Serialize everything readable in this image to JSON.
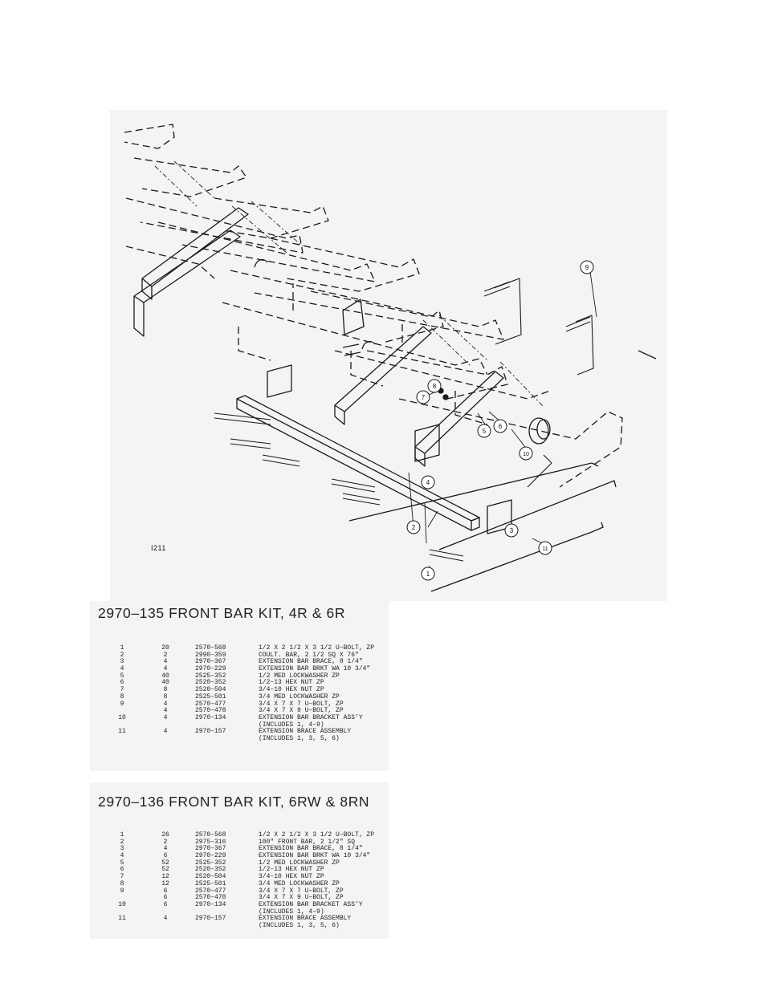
{
  "figure": {
    "drawing_code": "I211",
    "callouts": [
      "1",
      "2",
      "3",
      "4",
      "5",
      "6",
      "7",
      "8",
      "9",
      "10",
      "11"
    ]
  },
  "kit_a": {
    "title": "2970–135 FRONT BAR KIT, 4R & 6R",
    "rows": [
      {
        "item": "1",
        "qty": "20",
        "part": "2570–568",
        "desc": "1/2 X 2 1/2 X 3 1/2 U–BOLT, ZP"
      },
      {
        "item": "2",
        "qty": "2",
        "part": "2990–359",
        "desc": "COULT. BAR, 2 1/2 SQ X 76\""
      },
      {
        "item": "3",
        "qty": "4",
        "part": "2970–367",
        "desc": "EXTENSION BAR BRACE, 8 1/4\""
      },
      {
        "item": "4",
        "qty": "4",
        "part": "2970–229",
        "desc": "EXTENSION BAR BRKT WA 10 3/4\""
      },
      {
        "item": "5",
        "qty": "40",
        "part": "2525–352",
        "desc": "1/2 MED LOCKWASHER ZP"
      },
      {
        "item": "6",
        "qty": "40",
        "part": "2520–352",
        "desc": "1/2–13 HEX NUT ZP"
      },
      {
        "item": "7",
        "qty": "8",
        "part": "2520–504",
        "desc": "3/4–10 HEX NUT ZP"
      },
      {
        "item": "8",
        "qty": "8",
        "part": "2525–501",
        "desc": "3/4 MED LOCKWASHER ZP"
      },
      {
        "item": "9",
        "qty": "4",
        "part": "2570–477",
        "desc": "3/4 X 7 X 7 U–BOLT, ZP"
      },
      {
        "item": "",
        "qty": "4",
        "part": "2570–478",
        "desc": "3/4 X 7 X 9 U–BOLT, ZP"
      },
      {
        "item": "10",
        "qty": "4",
        "part": "2970–134",
        "desc": "EXTENSION BAR BRACKET ASS'Y"
      },
      {
        "item": "",
        "qty": "",
        "part": "",
        "desc": "(INCLUDES 1, 4–9)"
      },
      {
        "item": "11",
        "qty": "4",
        "part": "2970–157",
        "desc": "EXTENSION BRACE ASSEMBLY"
      },
      {
        "item": "",
        "qty": "",
        "part": "",
        "desc": "(INCLUDES 1, 3, 5, 6)"
      }
    ]
  },
  "kit_b": {
    "title": "2970–136 FRONT BAR KIT, 6RW & 8RN",
    "rows": [
      {
        "item": "1",
        "qty": "26",
        "part": "2570–568",
        "desc": "1/2 X 2 1/2 X 3 1/2 U–BOLT, ZP"
      },
      {
        "item": "2",
        "qty": "2",
        "part": "2975–316",
        "desc": "100\" FRONT BAR, 2 1/2\" SQ"
      },
      {
        "item": "3",
        "qty": "4",
        "part": "2970–367",
        "desc": "EXTENSION BAR BRACE, 8 1/4\""
      },
      {
        "item": "4",
        "qty": "6",
        "part": "2970–229",
        "desc": "EXTENSION BAR BRKT WA 10 3/4\""
      },
      {
        "item": "5",
        "qty": "52",
        "part": "2525–352",
        "desc": "1/2 MED LOCKWASHER ZP"
      },
      {
        "item": "6",
        "qty": "52",
        "part": "2520–352",
        "desc": "1/2–13 HEX NUT ZP"
      },
      {
        "item": "7",
        "qty": "12",
        "part": "2520–504",
        "desc": "3/4–10 HEX NUT ZP"
      },
      {
        "item": "8",
        "qty": "12",
        "part": "2525–501",
        "desc": "3/4 MED LOCKWASHER ZP"
      },
      {
        "item": "9",
        "qty": "6",
        "part": "2570–477",
        "desc": "3/4 X 7 X 7 U–BOLT, ZP"
      },
      {
        "item": "",
        "qty": "6",
        "part": "2570–478",
        "desc": "3/4 X 7 X 9 U–BOLT, ZP"
      },
      {
        "item": "10",
        "qty": "6",
        "part": "2970–134",
        "desc": "EXTENSION BAR BRACKET ASS'Y"
      },
      {
        "item": "",
        "qty": "",
        "part": "",
        "desc": "(INCLUDES 1, 4–9)"
      },
      {
        "item": "11",
        "qty": "4",
        "part": "2970–157",
        "desc": "EXTENSION BRACE ASSEMBLY"
      },
      {
        "item": "",
        "qty": "",
        "part": "",
        "desc": "(INCLUDES 1, 3, 5, 6)"
      }
    ]
  }
}
